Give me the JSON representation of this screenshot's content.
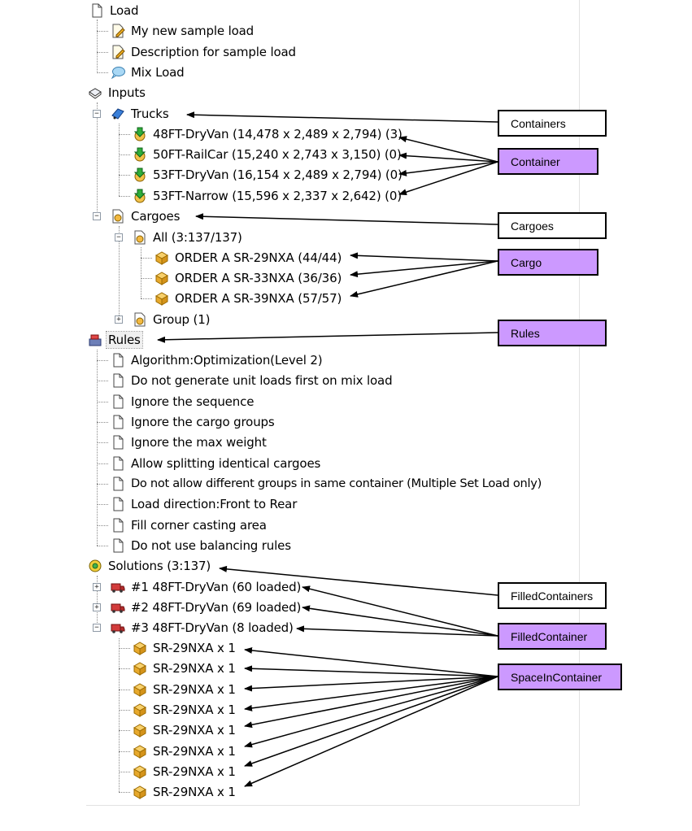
{
  "tree": {
    "load": {
      "label": "Load",
      "children": [
        "My new sample load",
        "Description for sample load",
        "Mix Load"
      ]
    },
    "inputs": {
      "label": "Inputs",
      "trucks": {
        "label": "Trucks",
        "items": [
          "48FT-DryVan (14,478 x 2,489 x 2,794) (3)",
          "50FT-RailCar (15,240 x 2,743 x 3,150) (0)",
          "53FT-DryVan (16,154 x 2,489 x 2,794) (0)",
          "53FT-Narrow (15,596 x 2,337 x 2,642) (0)"
        ]
      },
      "cargoes": {
        "label": "Cargoes",
        "all": {
          "label": "All (3:137/137)",
          "items": [
            "ORDER A SR-29NXA (44/44)",
            "ORDER A SR-33NXA (36/36)",
            "ORDER A SR-39NXA (57/57)"
          ]
        },
        "group": {
          "label": "Group (1)"
        }
      }
    },
    "rules": {
      "label": "Rules",
      "items": [
        "Algorithm:Optimization(Level 2)",
        "Do not generate unit loads first on mix load",
        "Ignore the sequence",
        "Ignore the cargo groups",
        "Ignore the max weight",
        "Allow splitting identical cargoes",
        "Do not allow different groups in same container (Multiple Set Load only)",
        "Load direction:Front to Rear",
        "Fill corner casting area",
        "Do not use balancing rules"
      ]
    },
    "solutions": {
      "label": "Solutions (3:137)",
      "containers": [
        "#1 48FT-DryVan (60 loaded)",
        "#2 48FT-DryVan (69 loaded)",
        "#3 48FT-DryVan (8 loaded)"
      ],
      "spaces": [
        "SR-29NXA x 1",
        "SR-29NXA x 1",
        "SR-29NXA x 1",
        "SR-29NXA x 1",
        "SR-29NXA x 1",
        "SR-29NXA x 1",
        "SR-29NXA x 1",
        "SR-29NXA x 1"
      ]
    }
  },
  "callouts": {
    "containers": "Containers",
    "container": "Container",
    "cargoes": "Cargoes",
    "cargo": "Cargo",
    "rules": "Rules",
    "filled_containers": "FilledContainers",
    "filled_container": "FilledContainer",
    "space_in_container": "SpaceInContainer"
  },
  "colors": {
    "type_callout": "#cc99ff",
    "collection_callout": "#ffffff",
    "arrow": "#000000",
    "tree_lines": "#8a8a8a"
  },
  "icons": {
    "document": "document-icon",
    "note": "note-pencil-icon",
    "comment": "speech-bubble-icon",
    "inputs": "cube-outline-icon",
    "trucks": "truck-icon",
    "truck_item": "truck-download-icon",
    "cargo_group": "cargo-group-icon",
    "box": "cardboard-box-icon",
    "rules": "rules-box-icon",
    "solutions": "solutions-gear-icon",
    "filled": "red-truck-icon"
  }
}
